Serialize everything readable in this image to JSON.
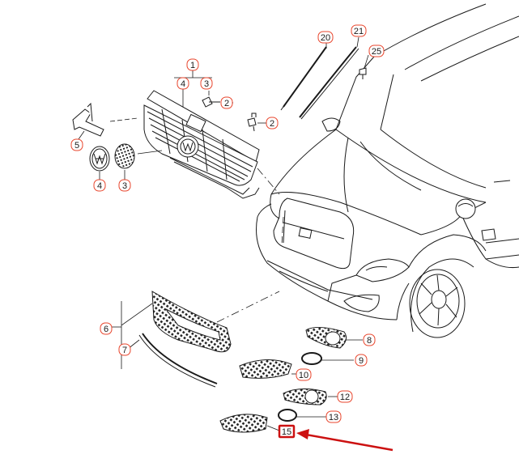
{
  "diagram": {
    "accent_color": "#e8452c",
    "highlight_color": "#cc1111",
    "ink_color": "#1a1a1a",
    "callouts": [
      {
        "id": "c1",
        "label": "1"
      },
      {
        "id": "c2a",
        "label": "2"
      },
      {
        "id": "c2b",
        "label": "2"
      },
      {
        "id": "c3a",
        "label": "3"
      },
      {
        "id": "c3b",
        "label": "3"
      },
      {
        "id": "c4a",
        "label": "4"
      },
      {
        "id": "c4b",
        "label": "4"
      },
      {
        "id": "c5",
        "label": "5"
      },
      {
        "id": "c6",
        "label": "6"
      },
      {
        "id": "c7",
        "label": "7"
      },
      {
        "id": "c8",
        "label": "8"
      },
      {
        "id": "c9",
        "label": "9"
      },
      {
        "id": "c10",
        "label": "10"
      },
      {
        "id": "c12",
        "label": "12"
      },
      {
        "id": "c13",
        "label": "13"
      },
      {
        "id": "c15",
        "label": "15",
        "highlighted": true
      },
      {
        "id": "c20",
        "label": "20"
      },
      {
        "id": "c21",
        "label": "21"
      },
      {
        "id": "c25",
        "label": "25"
      }
    ]
  }
}
